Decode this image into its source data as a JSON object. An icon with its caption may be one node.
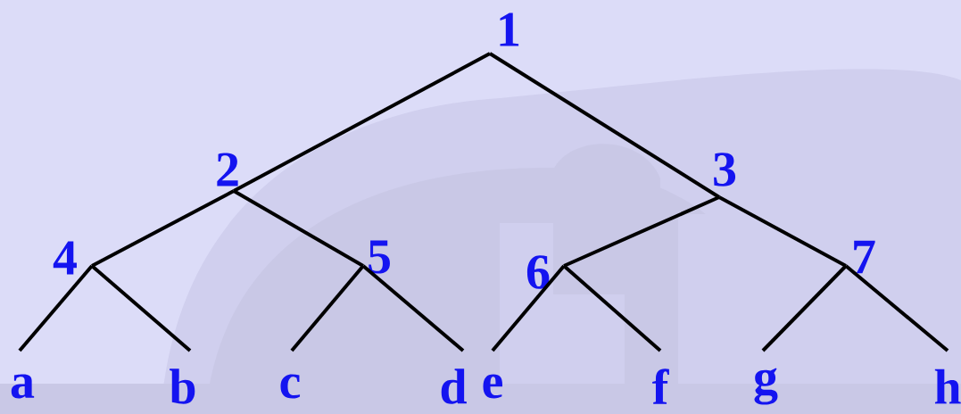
{
  "diagram": {
    "nodes": [
      {
        "text": [
          "1"
        ]
      },
      {
        "text": [
          "2"
        ]
      },
      {
        "text": [
          "3"
        ]
      },
      {
        "text": [
          "4"
        ]
      },
      {
        "text": [
          "5"
        ]
      },
      {
        "text": [
          "6"
        ]
      },
      {
        "text": [
          "7"
        ]
      },
      {
        "text": [
          "a"
        ]
      },
      {
        "text": [
          "b"
        ]
      },
      {
        "text": [
          "c"
        ]
      },
      {
        "text": [
          "d"
        ]
      },
      {
        "text": [
          "e"
        ]
      },
      {
        "text": [
          "f"
        ]
      },
      {
        "text": [
          "g"
        ]
      },
      {
        "text": [
          "h"
        ]
      }
    ],
    "edges": [
      {
        "from": 0,
        "to": 1,
        "arrow": "none"
      },
      {
        "from": 0,
        "to": 2,
        "arrow": "none"
      },
      {
        "from": 1,
        "to": 3,
        "arrow": "none"
      },
      {
        "from": 1,
        "to": 4,
        "arrow": "none"
      },
      {
        "from": 2,
        "to": 5,
        "arrow": "none"
      },
      {
        "from": 2,
        "to": 6,
        "arrow": "none"
      },
      {
        "from": 3,
        "to": 7,
        "arrow": "none"
      },
      {
        "from": 3,
        "to": 8,
        "arrow": "none"
      },
      {
        "from": 4,
        "to": 9,
        "arrow": "none"
      },
      {
        "from": 4,
        "to": 10,
        "arrow": "none"
      },
      {
        "from": 5,
        "to": 11,
        "arrow": "none"
      },
      {
        "from": 5,
        "to": 12,
        "arrow": "none"
      },
      {
        "from": 6,
        "to": 13,
        "arrow": "none"
      },
      {
        "from": 6,
        "to": 14,
        "arrow": "none"
      }
    ]
  }
}
